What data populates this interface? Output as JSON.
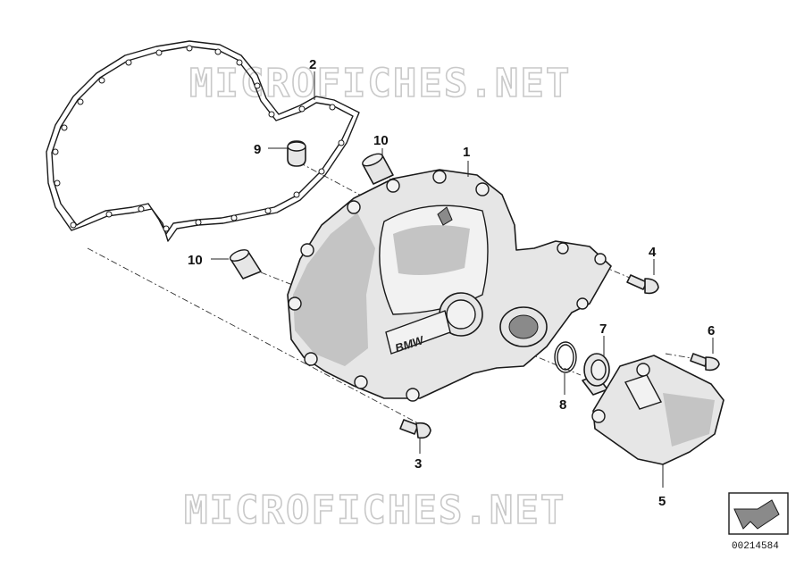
{
  "watermark": {
    "text": "MICROFICHES.NET"
  },
  "cover_logo": {
    "text": "BMW"
  },
  "callouts": {
    "c1": "1",
    "c2": "2",
    "c3": "3",
    "c4": "4",
    "c5": "5",
    "c6": "6",
    "c7": "7",
    "c8": "8",
    "c9": "9",
    "c10a": "10",
    "c10b": "10"
  },
  "diagram_code": "00214584",
  "colors": {
    "line": "#1a1a1a",
    "part_fill": "#e6e6e6",
    "watermark_stroke": "#c9c9c9"
  }
}
